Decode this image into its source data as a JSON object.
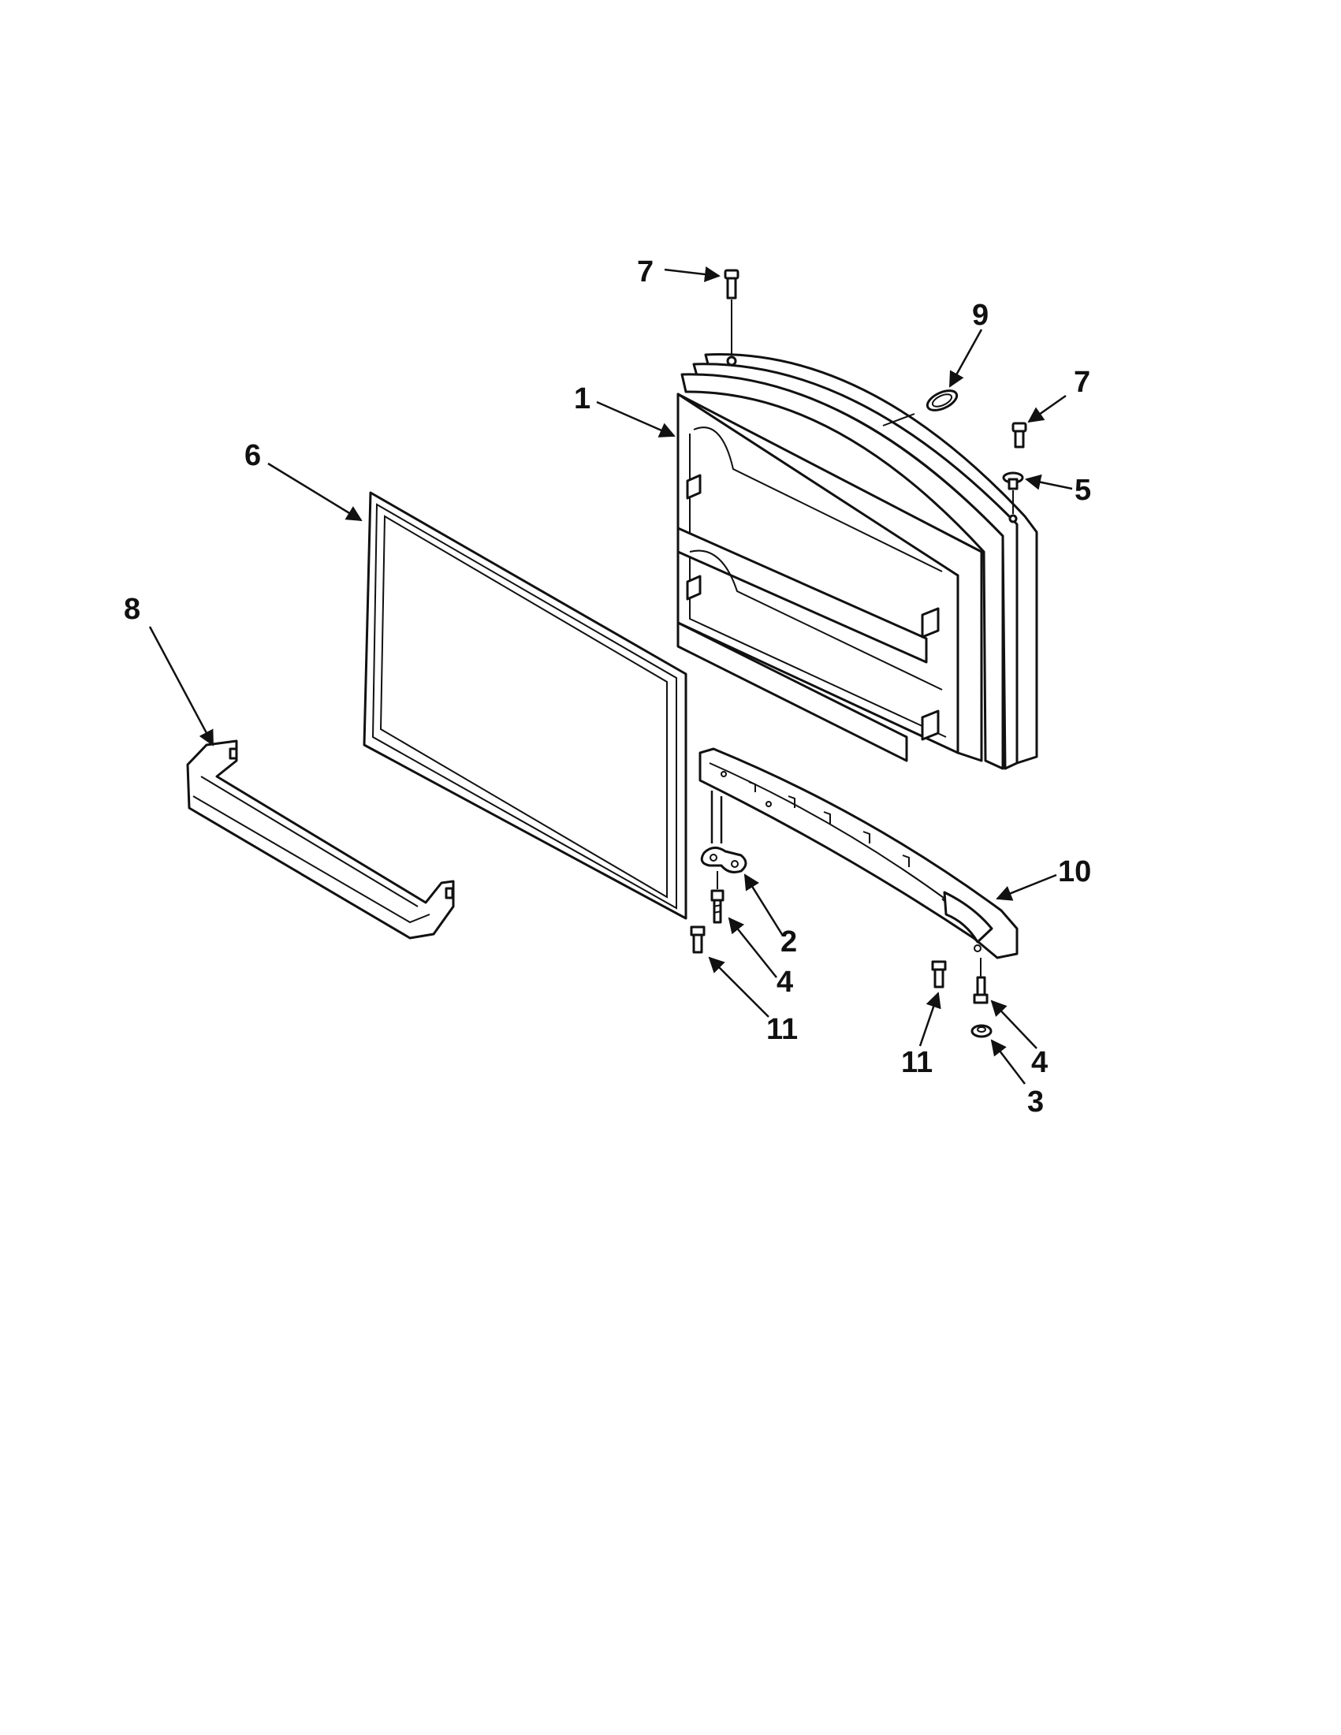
{
  "callouts": [
    {
      "key": "c1",
      "number": "1"
    },
    {
      "key": "c2",
      "number": "2"
    },
    {
      "key": "c3",
      "number": "3"
    },
    {
      "key": "c4a",
      "number": "4"
    },
    {
      "key": "c4b",
      "number": "4"
    },
    {
      "key": "c5",
      "number": "5"
    },
    {
      "key": "c6",
      "number": "6"
    },
    {
      "key": "c7a",
      "number": "7"
    },
    {
      "key": "c7b",
      "number": "7"
    },
    {
      "key": "c8",
      "number": "8"
    },
    {
      "key": "c9",
      "number": "9"
    },
    {
      "key": "c10",
      "number": "10"
    },
    {
      "key": "c11a",
      "number": "11"
    },
    {
      "key": "c11b",
      "number": "11"
    }
  ]
}
